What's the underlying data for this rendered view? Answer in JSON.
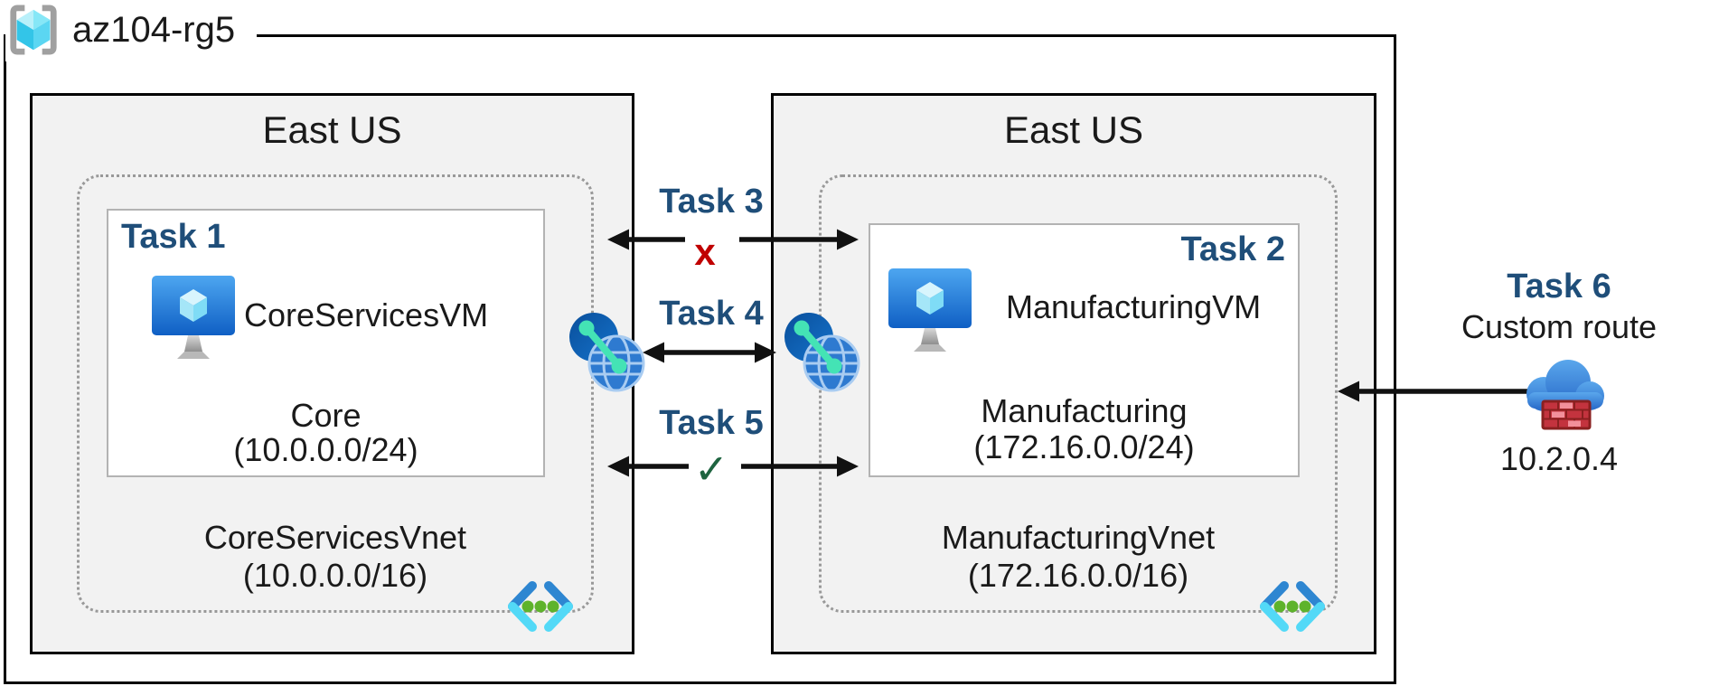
{
  "resource_group": {
    "label": "az104-rg5"
  },
  "left_region": {
    "title": "East US",
    "task_label": "Task 1",
    "vm_name": "CoreServicesVM",
    "subnet_name": "Core",
    "subnet_cidr": "(10.0.0.0/24)",
    "vnet_name": "CoreServicesVnet",
    "vnet_cidr": "(10.0.0.0/16)"
  },
  "right_region": {
    "title": "East US",
    "task_label": "Task 2",
    "vm_name": "ManufacturingVM",
    "subnet_name": "Manufacturing",
    "subnet_cidr": "(172.16.0.0/24)",
    "vnet_name": "ManufacturingVnet",
    "vnet_cidr": "(172.16.0.0/16)"
  },
  "connections": {
    "task3": {
      "label": "Task 3",
      "status_mark": "x"
    },
    "task4": {
      "label": "Task 4"
    },
    "task5": {
      "label": "Task 5",
      "status_mark": "✓"
    },
    "task6": {
      "label": "Task 6",
      "subtitle": "Custom route",
      "ip": "10.2.0.4"
    }
  },
  "colors": {
    "task-label": "#1f4e79",
    "blocked-x": "#c00000",
    "allowed-check": "#1e6440",
    "region-fill": "#f2f2f2",
    "azure-blue": "#1565c8",
    "vnet-cyan": "#53d9f7",
    "peering-mint": "#44e3b5",
    "firewall-red": "#c3333e"
  }
}
